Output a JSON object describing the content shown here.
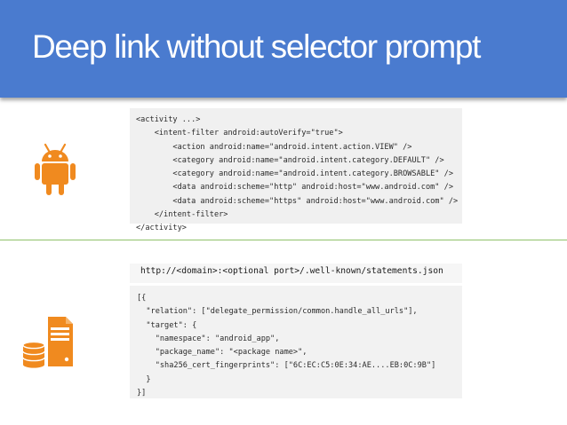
{
  "title": "Deep link without selector prompt",
  "colors": {
    "header": "#4a7bcf",
    "accent": "#f08a1f",
    "divider": "#8fc16a"
  },
  "icons": {
    "top": "android-icon",
    "bottom": "server-database-icon"
  },
  "manifest_lines": [
    "<activity ...>",
    "    <intent-filter android:autoVerify=\"true\">",
    "        <action android:name=\"android.intent.action.VIEW\" />",
    "        <category android:name=\"android.intent.category.DEFAULT\" />",
    "        <category android:name=\"android.intent.category.BROWSABLE\" />",
    "        <data android:scheme=\"http\" android:host=\"www.android.com\" />",
    "        <data android:scheme=\"https\" android:host=\"www.android.com\" />",
    "    </intent-filter>",
    "</activity>"
  ],
  "statements_url": "http://<domain>:<optional port>/.well-known/statements.json",
  "json_lines": [
    "[{",
    "  \"relation\": [\"delegate_permission/common.handle_all_urls\"],",
    "  \"target\": {",
    "    \"namespace\": \"android_app\",",
    "    \"package_name\": \"<package name>\",",
    "    \"sha256_cert_fingerprints\": [\"6C:EC:C5:0E:34:AE....EB:0C:9B\"]",
    "  }",
    "}]"
  ]
}
